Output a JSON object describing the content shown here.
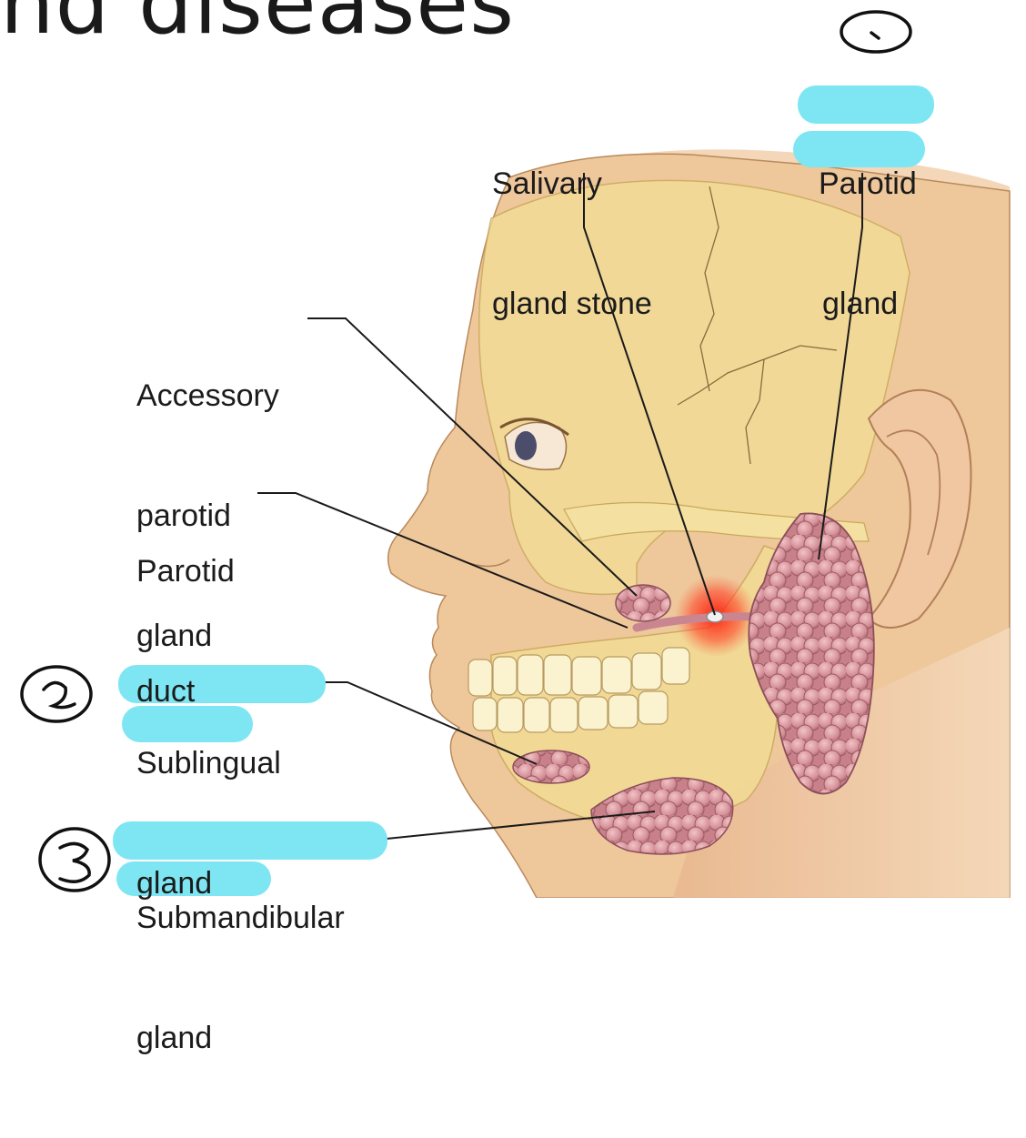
{
  "title": {
    "text": "nd diseases"
  },
  "labels": {
    "salivary_stone": [
      "Salivary",
      "gland stone"
    ],
    "parotid_gland": [
      "Parotid",
      "gland"
    ],
    "accessory_parotid": [
      "Accessory",
      "parotid",
      "gland"
    ],
    "parotid_duct": [
      "Parotid",
      "duct"
    ],
    "sublingual": [
      "Sublingual",
      "gland"
    ],
    "submandibular": [
      "Submandibular",
      "gland"
    ]
  },
  "annotations": {
    "circle_1": "1",
    "circle_2": "2",
    "circle_3": "3"
  },
  "colors": {
    "highlight": "#7ee6f3",
    "skin": "#efc99a",
    "skull": "#f2dc95",
    "gland": "#d79aa0",
    "inflammation": "#ff2a1a",
    "background_skin": "#f4d6b4"
  }
}
